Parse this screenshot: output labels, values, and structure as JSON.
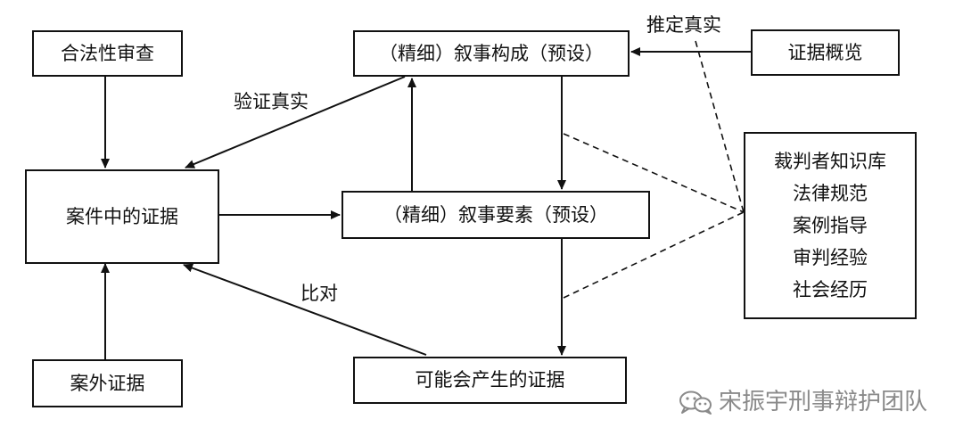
{
  "nodes": {
    "legality_review": "合法性审查",
    "narrative_composition": "（精细）叙事构成（预设）",
    "evidence_overview": "证据概览",
    "case_evidence": "案件中的证据",
    "narrative_elements": "（精细）叙事要素（预设）",
    "knowledge_base": {
      "lines": [
        "裁判者知识库",
        "法律规范",
        "案例指导",
        "审判经验",
        "社会经历"
      ]
    },
    "external_evidence": "案外证据",
    "possible_evidence": "可能会产生的证据"
  },
  "edge_labels": {
    "presumed_true": "推定真实",
    "verify_true": "验证真实",
    "compare": "比对"
  },
  "watermark": {
    "text": "宋振宇刑事辩护团队",
    "icon": "wechat-icon"
  },
  "colors": {
    "line": "#111111",
    "watermark": "#8a8a8a",
    "background": "#ffffff"
  }
}
